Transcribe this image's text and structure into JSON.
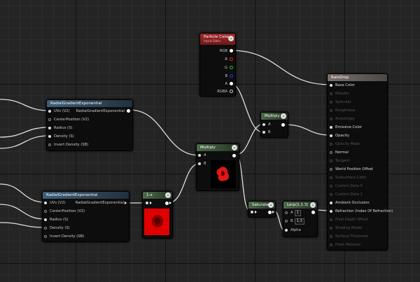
{
  "colors": {
    "wire": "#dedede",
    "header_blue": "#3d5f7a",
    "header_green": "#4c6b4a",
    "header_red": "#a32a2a",
    "header_gray": "#7a706b",
    "accent_red": "#e02020"
  },
  "nodes": {
    "particle_color": {
      "title": "Particle Color",
      "subtitle": "Input Data",
      "outputs": [
        "RGB",
        "R",
        "G",
        "B",
        "A",
        "RGBA"
      ]
    },
    "radial1": {
      "title": "RadialGradientExponential",
      "inputs": [
        "UVs (V2)",
        "CenterPosition (V2)",
        "Radius (S)",
        "Density (S)",
        "Invert Density (SB)"
      ],
      "output": "RadialGradientExponential"
    },
    "radial2": {
      "title": "RadialGradientExponential",
      "inputs": [
        "UVs (V2)",
        "CenterPosition (V2)",
        "Radius (S)",
        "Density (S)",
        "Invert Density (SB)"
      ],
      "output": "RadialGradientExponential"
    },
    "multiply1": {
      "title": "Multiply",
      "inputs": [
        "A",
        "B"
      ]
    },
    "multiply2": {
      "title": "Multiply",
      "inputs": [
        "A",
        "B"
      ]
    },
    "one_minus": {
      "title": "1-x"
    },
    "saturate": {
      "title": "Saturate"
    },
    "lerp": {
      "title": "Lerp(1,1.3)",
      "inputs": [
        "A",
        "B",
        "Alpha"
      ],
      "a_value": "1",
      "b_value": "1.3"
    },
    "rain_drop": {
      "title": "RainDrop",
      "inputs": [
        "Base Color",
        "Metallic",
        "Specular",
        "Roughness",
        "Anisotropy",
        "Emissive Color",
        "Opacity",
        "Opacity Mask",
        "Normal",
        "Tangent",
        "World Position Offset",
        "Subsurface Color",
        "Custom Data 0",
        "Custom Data 1",
        "Ambient Occlusion",
        "Refraction (Index Of Refraction)",
        "Pixel Depth Offset",
        "Shading Model",
        "Surface Thickness",
        "Front Material"
      ]
    }
  }
}
